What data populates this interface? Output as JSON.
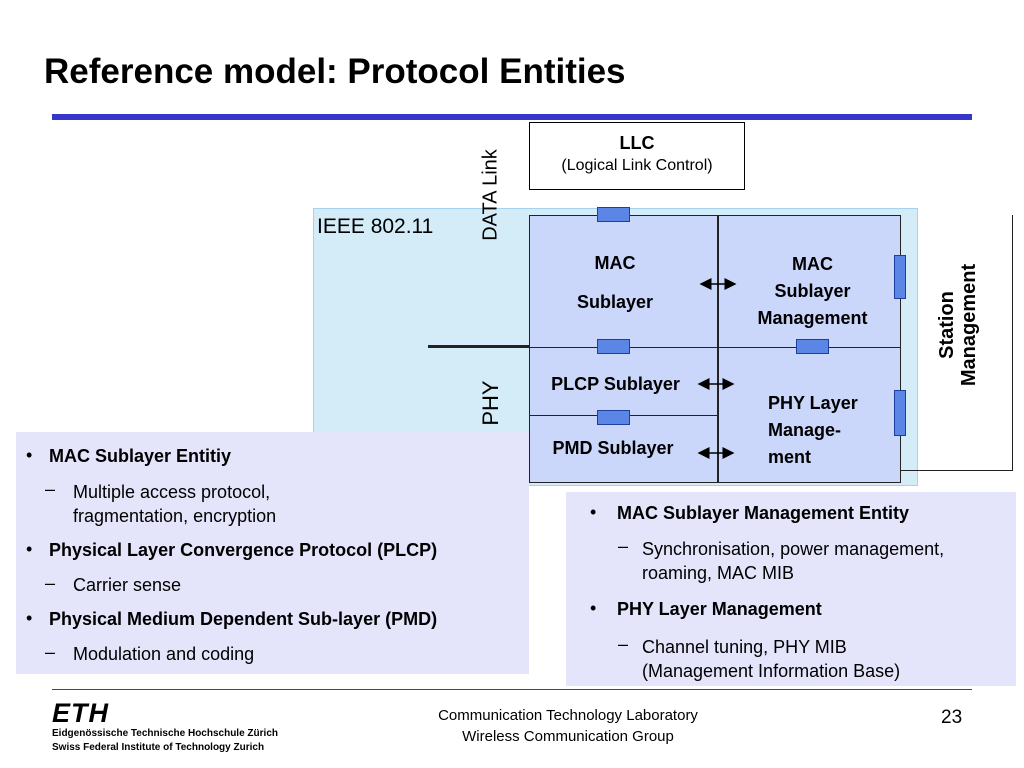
{
  "title": "Reference model: Protocol Entities",
  "diagram": {
    "llc_title": "LLC",
    "llc_subtitle": "(Logical Link Control)",
    "ieee_label": "IEEE 802.11",
    "datalink_label": "DATA Link",
    "phy_label": "PHY",
    "mac_sublayer_line1": "MAC",
    "mac_sublayer_line2": "Sublayer",
    "plcp_sublayer": "PLCP Sublayer",
    "pmd_sublayer": "PMD Sublayer",
    "mac_mgmt_line1": "MAC",
    "mac_mgmt_line2": "Sublayer",
    "mac_mgmt_line3": "Management",
    "phy_mgmt_line1": "PHY Layer",
    "phy_mgmt_line2": "Manage-",
    "phy_mgmt_line3": "ment",
    "station_line1": "Station",
    "station_line2": "Management",
    "colors": {
      "title_rule": "#3437c9",
      "ieee_region": "#d3ecf8",
      "layer_fill": "#cad7fb",
      "sap_fill": "#5b86e6",
      "panel_fill": "#e4e4fb"
    }
  },
  "left_panel": {
    "b1": "MAC Sublayer Entitiy",
    "b1_sub_line1": "Multiple access protocol,",
    "b1_sub_line2": "fragmentation, encryption",
    "b2": "Physical Layer Convergence Protocol (PLCP)",
    "b2_sub": "Carrier sense",
    "b3": "Physical Medium Dependent Sub-layer (PMD)",
    "b3_sub": "Modulation and coding"
  },
  "right_panel": {
    "b1": "MAC Sublayer Management Entity",
    "b1_sub_line1": "Synchronisation, power management,",
    "b1_sub_line2": "roaming, MAC MIB",
    "b2": "PHY Layer Management",
    "b2_sub_line1": "Channel tuning, PHY MIB",
    "b2_sub_line2": "(Management Information Base)"
  },
  "footer": {
    "eth_logo": "ETH",
    "eth_line1": "Eidgenössische Technische Hochschule Zürich",
    "eth_line2": "Swiss Federal Institute of Technology Zurich",
    "lab_line1": "Communication Technology Laboratory",
    "lab_line2": "Wireless Communication Group",
    "page_number": "23"
  }
}
